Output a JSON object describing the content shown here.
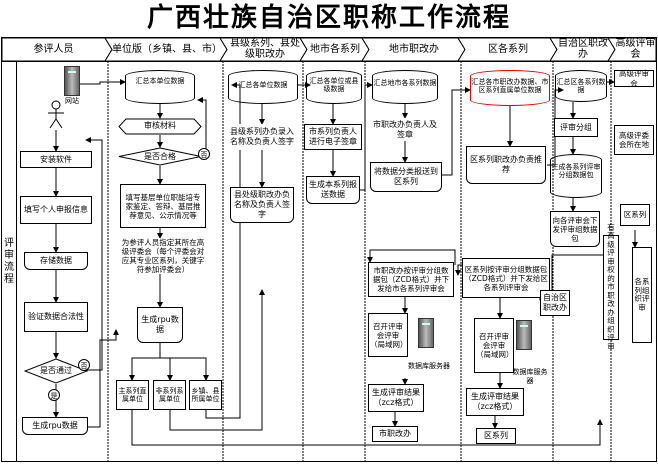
{
  "title": "广西壮族自治区职称工作流程",
  "side_label": "评审流程",
  "lanes": [
    {
      "id": "applicant",
      "label": "参评人员"
    },
    {
      "id": "unit",
      "label": "单位版（乡镇、县、市）"
    },
    {
      "id": "county",
      "label": "县级系列、县处级职改办"
    },
    {
      "id": "city_series",
      "label": "地市各系列"
    },
    {
      "id": "city_office",
      "label": "地市职改办"
    },
    {
      "id": "district_series",
      "label": "区各系列"
    },
    {
      "id": "region_office",
      "label": "自治区职改办"
    },
    {
      "id": "senior",
      "label": "高级评审会"
    }
  ],
  "applicant": {
    "website": "网站",
    "install": "安装软件",
    "fill": "填写个人申报信息",
    "store": "存储数据",
    "validate": "验证数据合法性",
    "decision": "是否通过",
    "yes": "是",
    "no": "否",
    "gen_rpu": "生成rpu数据"
  },
  "unit": {
    "summary": "汇总本单位数据",
    "review": "审核材料",
    "qualified": "是否合格",
    "no": "否",
    "opinions": "填写基层单位职能培专家鉴定、答辩、基层推荐意见、公示情况等",
    "assign": "为参评人员指定其所在高级评委会（每个评委会对应其专业区系列，关键字符参加评委会）",
    "gen_rpu": "生成rpu数据",
    "out_main": "主系列直属单位",
    "out_non": "非系列系属单位",
    "out_township": "乡镇、县所属单位"
  },
  "county": {
    "summary": "汇总各单位数据",
    "review": "县级系列办负录入名称及负责人签字",
    "office": "县处级职改办负名称及负责人签字"
  },
  "city_series": {
    "summary": "汇总各单位或县级数据",
    "sign": "市系列负责人进行电子签章",
    "submit": "生成本系列报送数据"
  },
  "city_office": {
    "summary": "汇总地市各系列数据",
    "sign": "市职改办负责人及签章",
    "send": "将数据分类报送到区系列",
    "group": "市职改办按评审分组数据包（ZCD格式）并下发给市各系列评审会",
    "meeting": "召开评审会评审（局域网）",
    "server": "数据库服务器",
    "result": "生成评审结果（zcz格式）",
    "final": "市职改办"
  },
  "district_series": {
    "summary": "汇总各市职改办数据、市区系列直属单位数据",
    "recommend": "区系列职改办负责推荐",
    "group": "区系列按评审分组数据包（ZCD格式）并下发给区各系列评审会",
    "meeting": "召开评审会评审（局域网）",
    "server": "数据库服务器",
    "result": "生成评审结果（zcz格式）",
    "final": "区系列"
  },
  "region_office": {
    "summary": "汇总区各系列数据",
    "group": "评审分组",
    "gen": "生成各系列评审分组数据包",
    "send": "向各评审会下发评审组数据包",
    "final": "自治区职改办",
    "note": "有高级评审权的市职改办组织评审"
  },
  "senior": {
    "committee": "高级评审会",
    "location": "高级评委会所在地",
    "series": "区系列",
    "note": "各系列组织评审"
  }
}
